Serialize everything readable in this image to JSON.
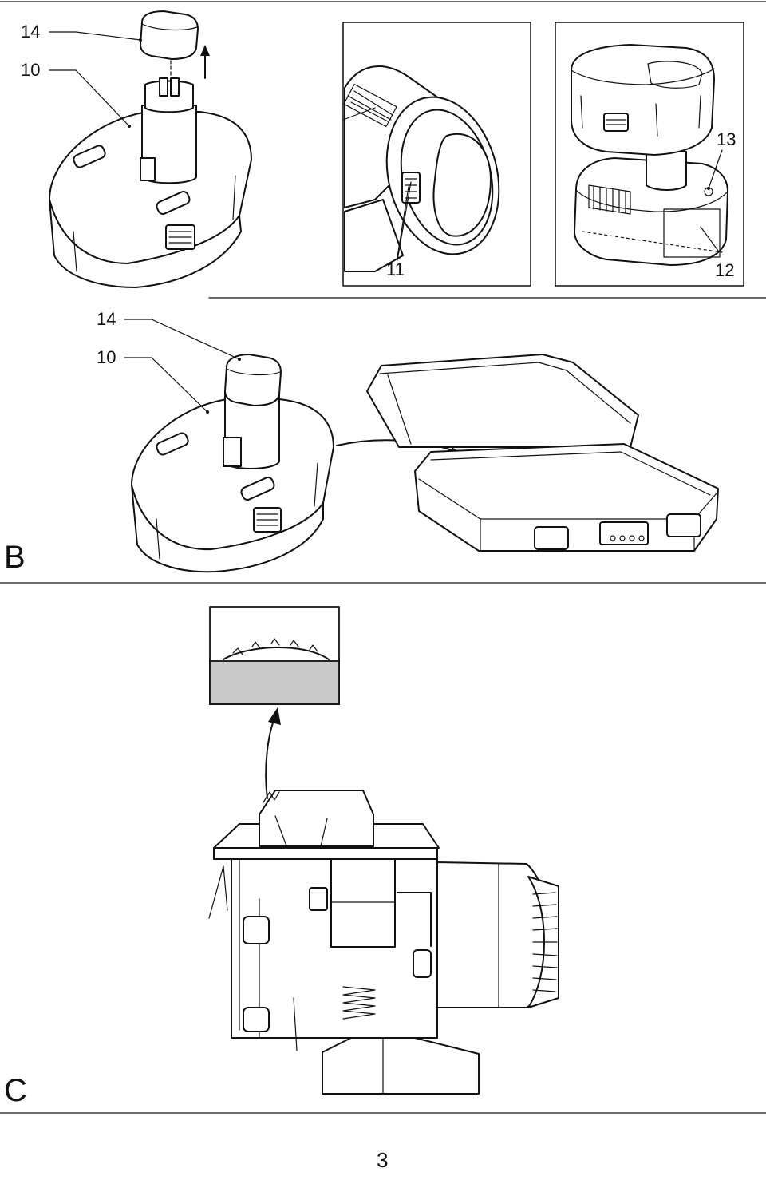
{
  "figures": {
    "a": {
      "callouts": [
        "14",
        "10",
        "11",
        "13",
        "12"
      ]
    },
    "b": {
      "section_letter": "B",
      "callouts": [
        "14",
        "10"
      ]
    },
    "c": {
      "section_letter": "C"
    }
  },
  "footer": {
    "page_number": "3"
  }
}
